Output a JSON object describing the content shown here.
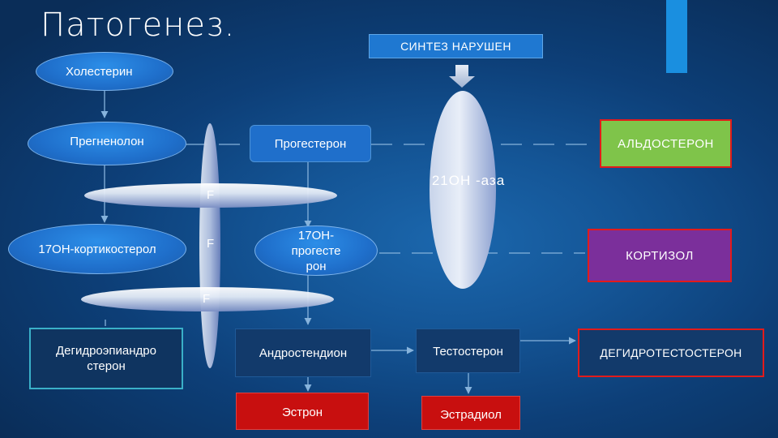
{
  "title": "Патогенез.",
  "banner": "СИНТЕЗ НАРУШЕН",
  "nodes": {
    "cholesterol": "Холестерин",
    "pregnenolone": "Прегненолон",
    "progesterone": "Прогестерон",
    "aldosterone": "АЛЬДОСТЕРОН",
    "corticosterol": "17ОН-кортикостерол",
    "oh_progesterone": "17ОН-прогесте рон",
    "cortisol": "КОРТИЗОЛ",
    "dhea": "Дегидроэпиандро стерон",
    "androstenedione": "Андростендион",
    "testosterone": "Тестостерон",
    "dht": "ДЕГИДРОТЕСТОСТЕРОН",
    "estrone": "Эстрон",
    "estradiol": "Эстрадиол"
  },
  "enzyme": "21ОН -аза",
  "f_labels": [
    "F",
    "F",
    "F"
  ],
  "colors": {
    "aldosterone_fill": "#7fc44a",
    "cortisol_fill": "#7b2f9b",
    "estrogen_fill": "#c80f0f",
    "red_border": "#e21b1b",
    "dark_box": "#123a6b",
    "banner_fill": "#1f78d1"
  }
}
